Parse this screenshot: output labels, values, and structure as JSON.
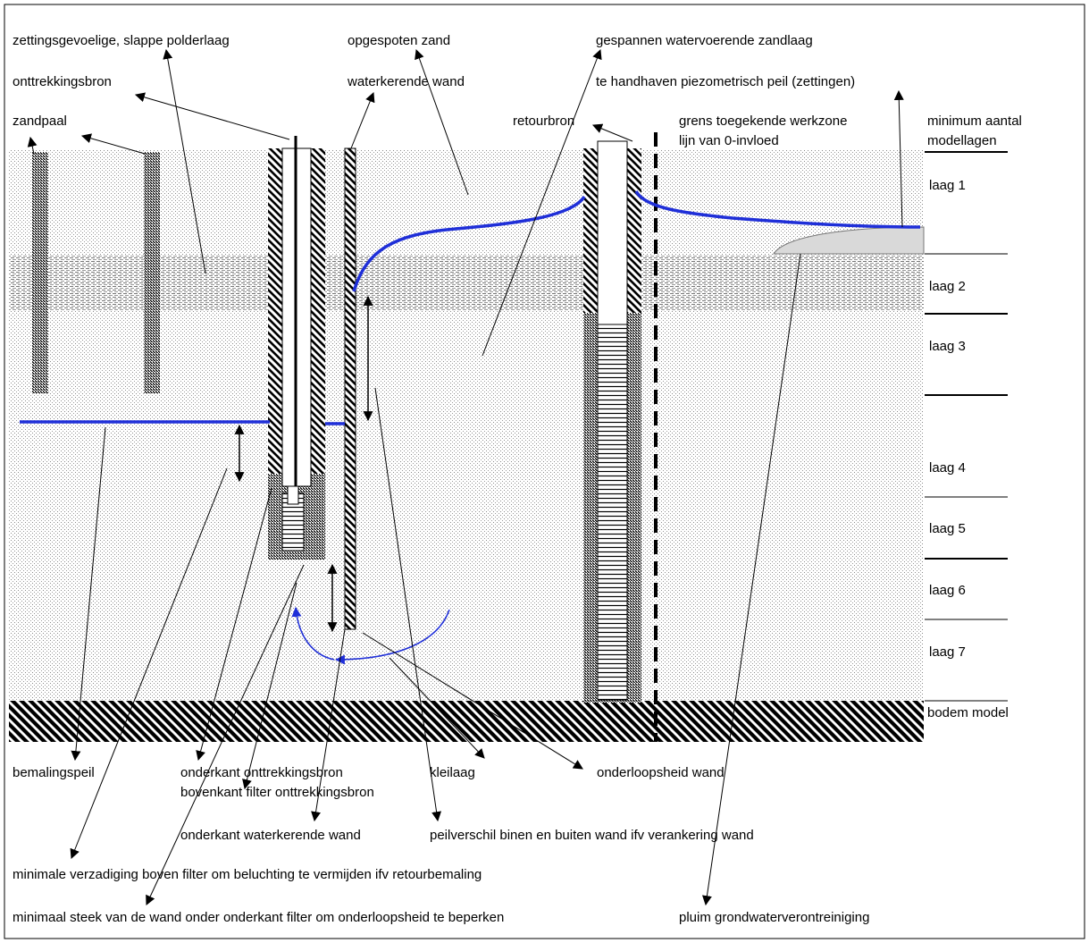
{
  "colors": {
    "water_line": "#1f2fd8",
    "plume_fill": "#d9d9d9",
    "sand_dot": "#888888",
    "frame": "#000000"
  },
  "labels": {
    "zettingsgevoelige_polderlaag": "zettingsgevoelige, slappe polderlaag",
    "opgespoten_zand": "opgespoten zand",
    "gespannen_zandlaag": "gespannen watervoerende zandlaag",
    "onttrekkingsbron": "onttrekkingsbron",
    "waterkerende_wand": "waterkerende wand",
    "piezometrisch_peil": "te handhaven piezometrisch peil (zettingen)",
    "zandpaal": "zandpaal",
    "retourbron": "retourbron",
    "grens_werkzone": "grens toegekende werkzone",
    "lijn_0_invloed": "lijn van 0-invloed",
    "minimum_aantal": "minimum aantal",
    "modellagen": "modellagen",
    "bemalingspeil": "bemalingspeil",
    "onderkant_onttrekkingsbron": "onderkant onttrekkingsbron",
    "bovenkant_filter": "bovenkant filter onttrekkingsbron",
    "kleilaag": "kleilaag",
    "onderloopsheid_wand": "onderloopsheid wand",
    "onderkant_waterkerende_wand": "onderkant waterkerende wand",
    "peilverschil": "peilverschil binen en buiten wand ifv verankering wand",
    "minimale_verzadiging": "minimale verzadiging boven filter om beluchting te vermijden ifv retourbemaling",
    "minimaal_steek": "minimaal steek van de wand onder onderkant filter om onderloopsheid te beperken",
    "pluim": "pluim grondwaterverontreiniging"
  },
  "layers": [
    "laag 1",
    "laag 2",
    "laag 3",
    "laag 4",
    "laag 5",
    "laag 6",
    "laag 7",
    "bodem model"
  ]
}
